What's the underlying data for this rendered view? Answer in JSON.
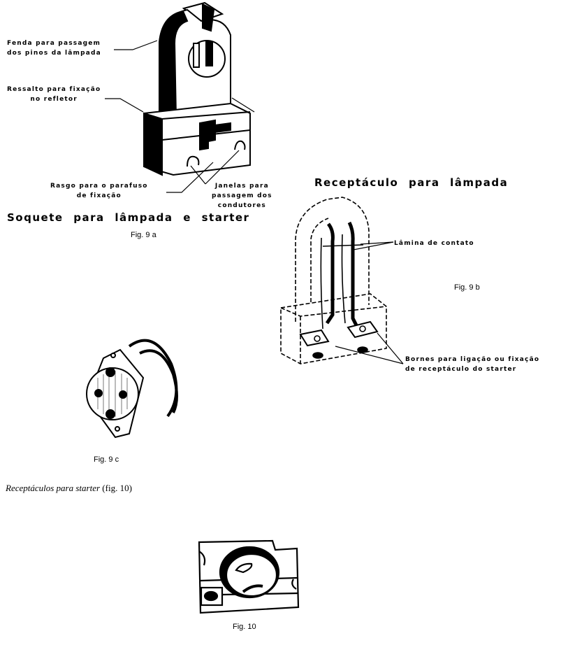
{
  "figure_9a": {
    "labels": {
      "slot": "Fenda para passagem\ndos pinos da lâmpada",
      "ledge": "Ressalto para fixação\nno refletor",
      "screw_slot": "Rasgo para o parafuso\nde fixação",
      "windows": "Janelas para\npassagem dos\ncondutores"
    },
    "title": "Soquete para lâmpada e starter",
    "caption": "Fig. 9 a"
  },
  "figure_9b": {
    "title": "Receptáculo para lâmpada",
    "labels": {
      "contact": "Lâmina de contato",
      "terminals": "Bornes para ligação ou fixação\nde receptáculo do starter"
    },
    "caption": "Fig. 9 b"
  },
  "figure_9c": {
    "caption": "Fig. 9 c"
  },
  "section": {
    "italic_text": "Receptáculos para starter",
    "reference": "(fig. 10)"
  },
  "figure_10": {
    "caption": "Fig. 10"
  }
}
